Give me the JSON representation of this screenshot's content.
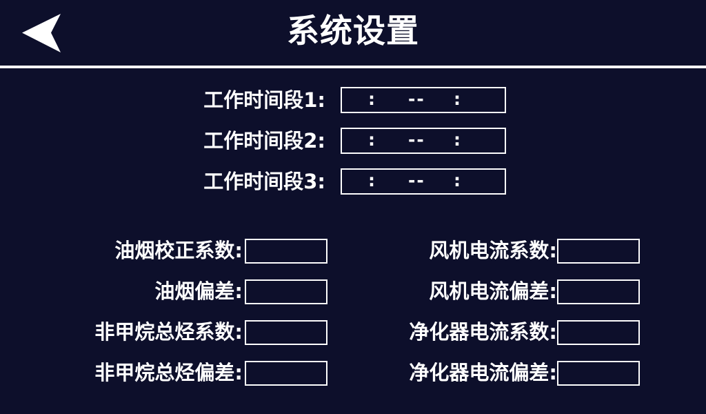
{
  "theme": {
    "background": "#0d0f2b",
    "foreground": "#ffffff",
    "border": "#ffffff"
  },
  "header": {
    "title": "系统设置",
    "back_icon": "back-triangle-icon"
  },
  "time_section": {
    "rows": [
      {
        "label": "工作时间段1:",
        "colon_left": ":",
        "separator": "--",
        "colon_right": ":",
        "start_value": "",
        "end_value": ""
      },
      {
        "label": "工作时间段2:",
        "colon_left": ":",
        "separator": "--",
        "colon_right": ":",
        "start_value": "",
        "end_value": ""
      },
      {
        "label": "工作时间段3:",
        "colon_left": ":",
        "separator": "--",
        "colon_right": ":",
        "start_value": "",
        "end_value": ""
      }
    ]
  },
  "param_grid": {
    "rows": [
      {
        "left": {
          "label": "油烟校正系数:",
          "value": ""
        },
        "right": {
          "label": "风机电流系数:",
          "value": ""
        }
      },
      {
        "left": {
          "label": "油烟偏差:",
          "value": ""
        },
        "right": {
          "label": "风机电流偏差:",
          "value": ""
        }
      },
      {
        "left": {
          "label": "非甲烷总烃系数:",
          "value": ""
        },
        "right": {
          "label": "净化器电流系数:",
          "value": ""
        }
      },
      {
        "left": {
          "label": "非甲烷总烃偏差:",
          "value": ""
        },
        "right": {
          "label": "净化器电流偏差:",
          "value": ""
        }
      }
    ]
  }
}
